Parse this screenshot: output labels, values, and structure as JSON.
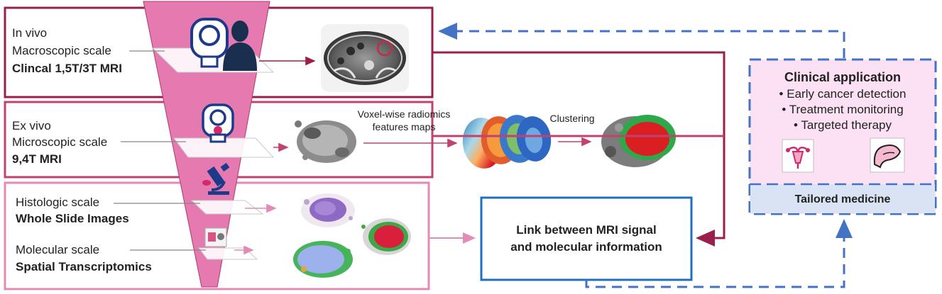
{
  "colors": {
    "dark_frame": "#9b1f4c",
    "mid_frame": "#c2416e",
    "light_frame": "#e48ab6",
    "funnel": "#e57ab0",
    "blue": "#1f6fbf",
    "blue_dash": "#4472c4",
    "clinical_fill": "#fbe1f3",
    "tailored_fill": "#dae3f3"
  },
  "rows": {
    "row1": {
      "line1": "In vivo",
      "line2": "Macroscopic scale",
      "line3": "Clincal 1,5T/3T MRI"
    },
    "row2": {
      "line1": "Ex vivo",
      "line2": "Microscopic scale",
      "line3": "9,4T MRI"
    },
    "row3a": {
      "line1": "Histologic scale",
      "line2": "Whole Slide Images"
    },
    "row3b": {
      "line1": "Molecular scale",
      "line2": "Spatial Transcriptomics"
    }
  },
  "labels": {
    "voxel_line1": "Voxel-wise radiomics",
    "voxel_line2": "features maps",
    "clustering": "Clustering"
  },
  "link_box": {
    "line1": "Link between MRI signal",
    "line2": "and molecular information"
  },
  "clinical": {
    "title": "Clinical application",
    "items": [
      "Early cancer detection",
      "Treatment monitoring",
      "Targeted therapy"
    ],
    "footer": "Tailored medicine"
  },
  "icons": [
    "mri-scanner-icon",
    "patient-silhouette-icon",
    "microscope-icon",
    "uterus-icon",
    "pancreas-icon"
  ]
}
